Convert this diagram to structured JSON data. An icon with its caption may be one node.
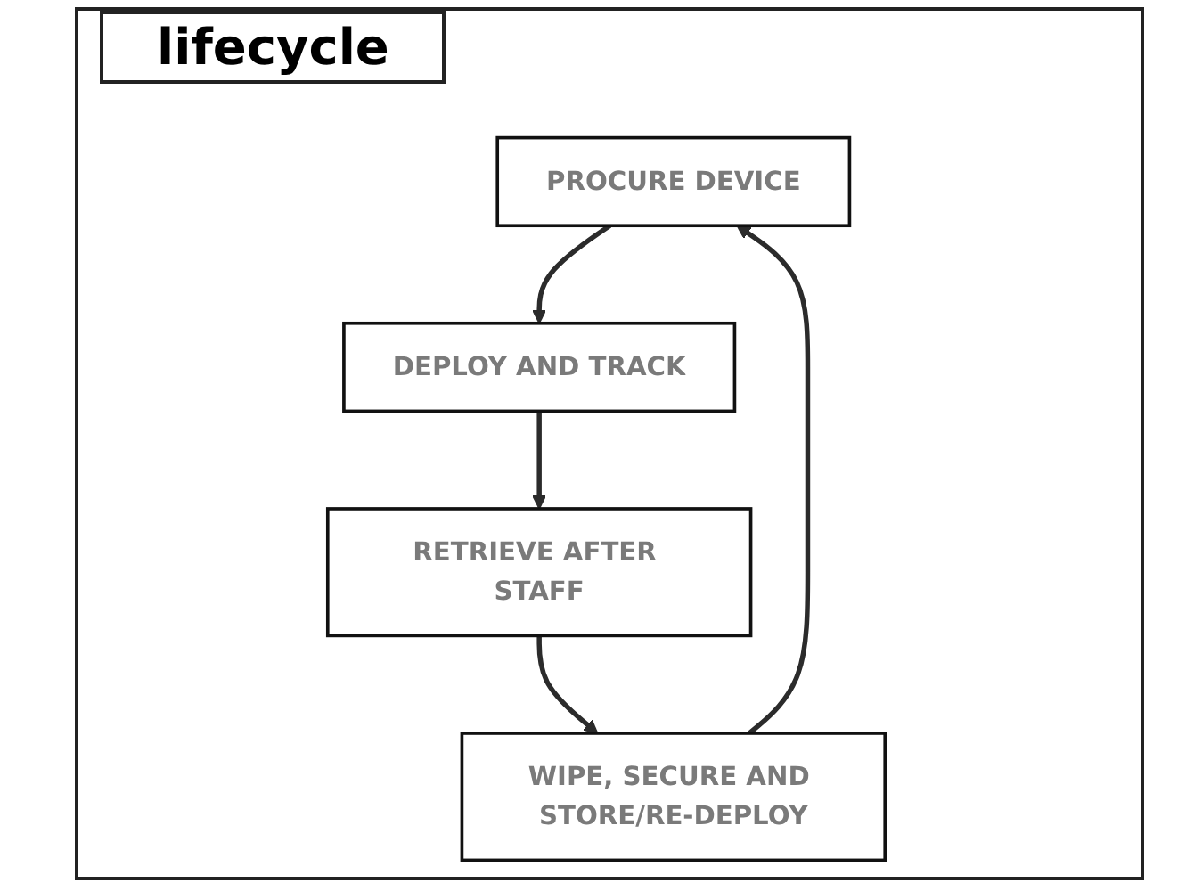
{
  "diagram": {
    "title": "lifecycle",
    "nodes": [
      {
        "text": [
          "PROCURE DEVICE"
        ]
      },
      {
        "text": [
          "DEPLOY AND TRACK"
        ]
      },
      {
        "text": [
          "RETRIEVE AFTER STAFF"
        ]
      },
      {
        "text": [
          "WIPE, SECURE AND STORE/RE-DEPLOY"
        ]
      }
    ],
    "edges": [
      {
        "from": 0,
        "to": 1,
        "arrow": "to"
      },
      {
        "from": 1,
        "to": 2,
        "arrow": "to"
      },
      {
        "from": 2,
        "to": 3,
        "arrow": "to"
      },
      {
        "from": 3,
        "to": 0,
        "arrow": "to"
      }
    ]
  }
}
